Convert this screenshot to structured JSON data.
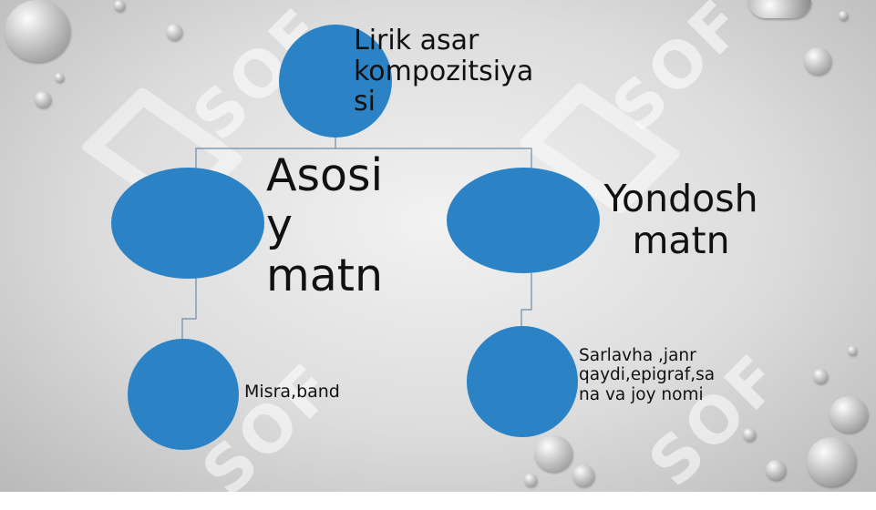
{
  "diagram": {
    "root": {
      "label": "Lirik asar\nkompozitsiya\nsi"
    },
    "children": [
      {
        "label": "Asosi\ny\nmatn",
        "child": {
          "label": "Misra,band"
        }
      },
      {
        "label": "Yondosh\nmatn",
        "child": {
          "label": "Sarlavha ,janr\nqaydi,epigraf,sa\nna va joy nomi"
        }
      }
    ]
  },
  "watermark": {
    "text": "SOF"
  },
  "colors": {
    "node": "#2b83c6",
    "connector": "#6e8ca8",
    "background": "#d8d8d8"
  }
}
